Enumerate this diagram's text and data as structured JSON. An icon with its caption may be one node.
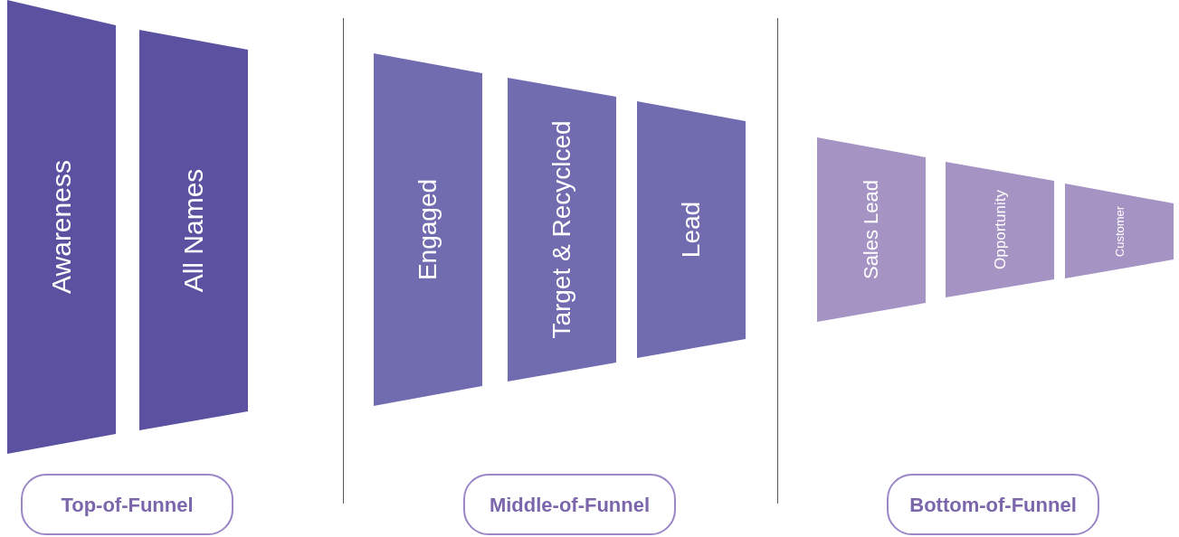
{
  "diagram": {
    "nodes": [
      {
        "text": [
          "Awareness"
        ]
      },
      {
        "text": [
          "All Names"
        ]
      },
      {
        "text": [
          "Engaged"
        ]
      },
      {
        "text": [
          "Target & Recyclced"
        ]
      },
      {
        "text": [
          "Lead"
        ]
      },
      {
        "text": [
          "Sales Lead"
        ]
      },
      {
        "text": [
          "Opportunity"
        ]
      },
      {
        "text": [
          "Customer"
        ]
      },
      {
        "text": [
          "Top-of-Funnel"
        ]
      },
      {
        "text": [
          "Middle-of-Funnel"
        ]
      },
      {
        "text": [
          "Bottom-of-Funnel"
        ]
      }
    ],
    "edges": []
  }
}
